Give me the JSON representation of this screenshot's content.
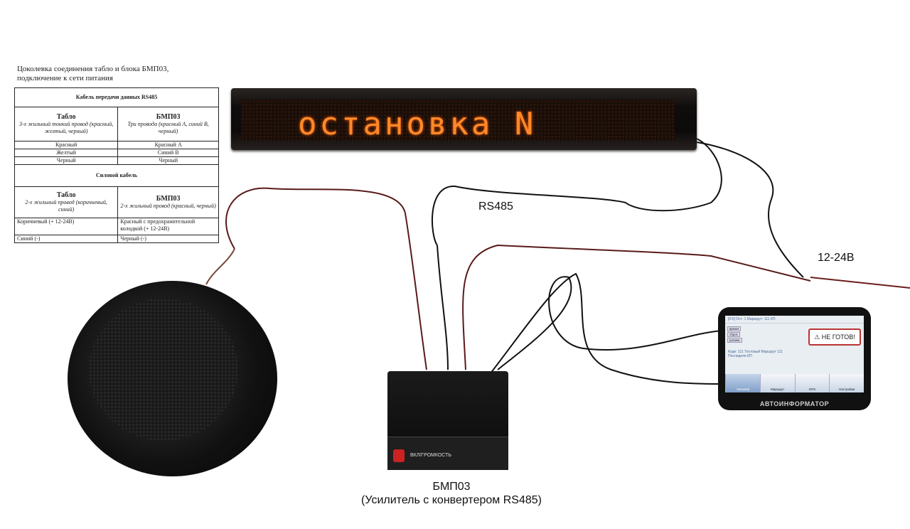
{
  "title": [
    "Цоколевка соединения табло и блока БМП03,",
    "подключение к сети питания"
  ],
  "table": {
    "rs485_section": "Кабель передачи данных RS485",
    "rs485_header": {
      "left_title": "Табло",
      "left_sub": "3-х жильный тонкий провод (красный, желтый, черный)",
      "right_title": "БМП03",
      "right_sub": "Три провода (красный А, синий В, черный)"
    },
    "rs485_rows": [
      [
        "Красный",
        "Красный А"
      ],
      [
        "Желтый",
        "Синий В"
      ],
      [
        "Черный",
        "Черный"
      ]
    ],
    "power_section": "Силовой кабель",
    "power_header": {
      "left_title": "Табло",
      "left_sub": "2-х жильный провод (коричневый, синий)",
      "right_title": "БМП03",
      "right_sub": "2-х жильный провод (красный, черный)"
    },
    "power_rows": [
      [
        "Коричневый (+ 12-24В)",
        "Красный с предохранительной колодкой   (+ 12-24В)"
      ],
      [
        "Синий (-)",
        "Черный (-)"
      ]
    ]
  },
  "led_text": "остановка N",
  "labels": {
    "rs485": "RS485",
    "power": "12-24В",
    "caption_1": "БМП03",
    "caption_2": "(Усилитель с конвертером RS485)"
  },
  "amp_front": "ВКЛ/ГРОМКОСТЬ",
  "gps": {
    "status_bar": "[0:0]  Ост: 1    Маршрут: 111  КП:",
    "buttons": [
      "время",
      "сброс",
      "ролики"
    ],
    "not_ready": "⚠ НЕ ГОТОВ!",
    "info": [
      "Коде: 111 Тестовый Маршрут 111",
      "Последняя КП:"
    ],
    "tabs": [
      "Автоинф",
      "Маршрут",
      "GPS",
      "Настройки"
    ],
    "brand": "АВТОИНФОРМАТОР"
  }
}
